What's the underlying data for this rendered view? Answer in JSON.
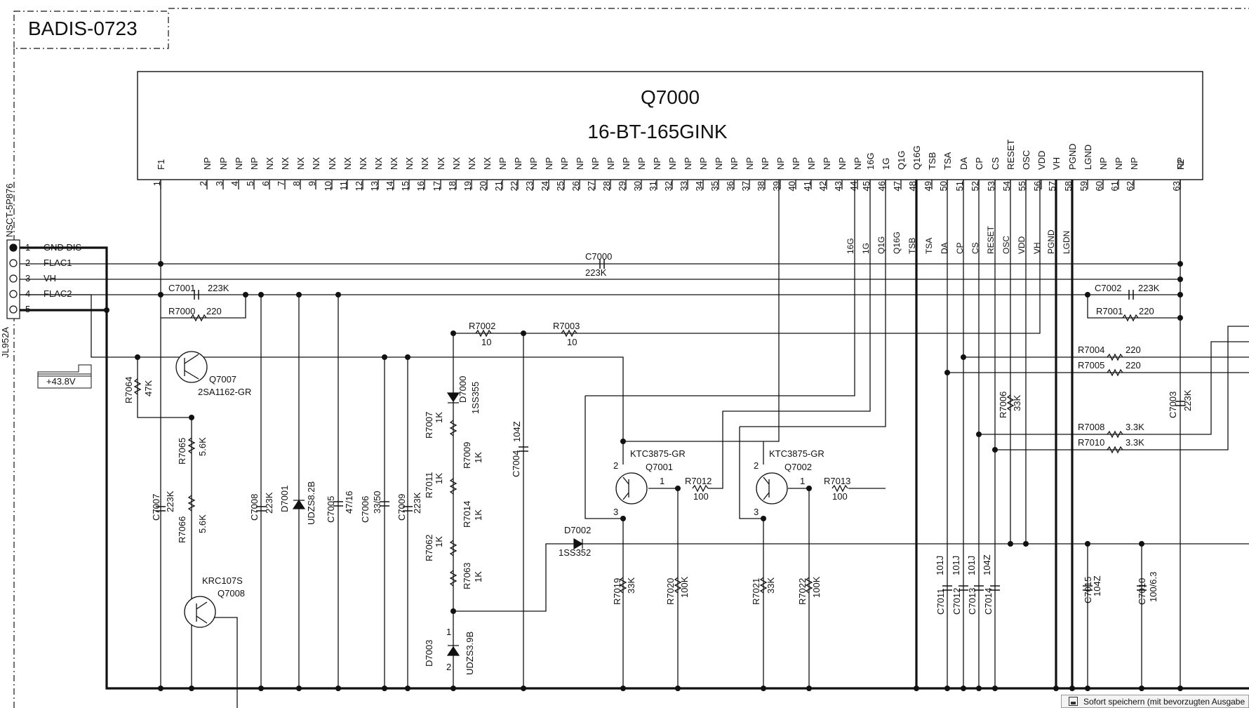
{
  "title_block": "BADIS-0723",
  "ic": {
    "ref": "Q7000",
    "part": "16-BT-165GINK"
  },
  "pins": [
    {
      "num": "1",
      "name": "F1"
    },
    {
      "num": "2",
      "name": "NP"
    },
    {
      "num": "3",
      "name": "NP"
    },
    {
      "num": "4",
      "name": "NP"
    },
    {
      "num": "5",
      "name": "NP"
    },
    {
      "num": "6",
      "name": "NX"
    },
    {
      "num": "7",
      "name": "NX"
    },
    {
      "num": "8",
      "name": "NX"
    },
    {
      "num": "9",
      "name": "NX"
    },
    {
      "num": "10",
      "name": "NX"
    },
    {
      "num": "11",
      "name": "NX"
    },
    {
      "num": "12",
      "name": "NX"
    },
    {
      "num": "13",
      "name": "NX"
    },
    {
      "num": "14",
      "name": "NX"
    },
    {
      "num": "15",
      "name": "NX"
    },
    {
      "num": "16",
      "name": "NX"
    },
    {
      "num": "17",
      "name": "NX"
    },
    {
      "num": "18",
      "name": "NX"
    },
    {
      "num": "19",
      "name": "NX"
    },
    {
      "num": "20",
      "name": "NX"
    },
    {
      "num": "21",
      "name": "NP"
    },
    {
      "num": "22",
      "name": "NP"
    },
    {
      "num": "23",
      "name": "NP"
    },
    {
      "num": "24",
      "name": "NP"
    },
    {
      "num": "25",
      "name": "NP"
    },
    {
      "num": "26",
      "name": "NP"
    },
    {
      "num": "27",
      "name": "NP"
    },
    {
      "num": "28",
      "name": "NP"
    },
    {
      "num": "29",
      "name": "NP"
    },
    {
      "num": "30",
      "name": "NP"
    },
    {
      "num": "31",
      "name": "NP"
    },
    {
      "num": "32",
      "name": "NP"
    },
    {
      "num": "33",
      "name": "NP"
    },
    {
      "num": "34",
      "name": "NP"
    },
    {
      "num": "35",
      "name": "NP"
    },
    {
      "num": "36",
      "name": "NP"
    },
    {
      "num": "37",
      "name": "NP"
    },
    {
      "num": "38",
      "name": "NP"
    },
    {
      "num": "39",
      "name": "NP"
    },
    {
      "num": "40",
      "name": "NP"
    },
    {
      "num": "41",
      "name": "NP"
    },
    {
      "num": "42",
      "name": "NP"
    },
    {
      "num": "43",
      "name": "NP"
    },
    {
      "num": "44",
      "name": "NP"
    },
    {
      "num": "45",
      "name": "16G"
    },
    {
      "num": "46",
      "name": "1G"
    },
    {
      "num": "47",
      "name": "Q1G"
    },
    {
      "num": "48",
      "name": "Q16G"
    },
    {
      "num": "49",
      "name": "TSB"
    },
    {
      "num": "50",
      "name": "TSA"
    },
    {
      "num": "51",
      "name": "DA"
    },
    {
      "num": "52",
      "name": "CP"
    },
    {
      "num": "53",
      "name": "CS"
    },
    {
      "num": "54",
      "name": "RESET"
    },
    {
      "num": "55",
      "name": "OSC"
    },
    {
      "num": "56",
      "name": "VDD"
    },
    {
      "num": "57",
      "name": "VH"
    },
    {
      "num": "58",
      "name": "PGND"
    },
    {
      "num": "59",
      "name": "LGND"
    },
    {
      "num": "60",
      "name": "NP"
    },
    {
      "num": "61",
      "name": "NP"
    },
    {
      "num": "62",
      "name": "NP"
    },
    {
      "num": "63",
      "name": "NP"
    },
    {
      "num": "",
      "name": "F2"
    }
  ],
  "bus_labels": [
    "16G",
    "1G",
    "Q1G",
    "Q16G",
    "TSB",
    "TSA",
    "DA",
    "CP",
    "CS",
    "RESET",
    "OSC",
    "VDD",
    "VH",
    "PGND",
    "LGDN"
  ],
  "connector": {
    "part": "NSCT-5P876",
    "ref": "JL952A",
    "pins": [
      {
        "num": "1",
        "name": "GND DIS"
      },
      {
        "num": "2",
        "name": "FLAC1"
      },
      {
        "num": "3",
        "name": "VH"
      },
      {
        "num": "4",
        "name": "FLAC2"
      },
      {
        "num": "5",
        "name": ""
      }
    ]
  },
  "voltage_flag": "+43.8V",
  "components": {
    "C7000": {
      "ref": "C7000",
      "val": "223K"
    },
    "C7001": {
      "ref": "C7001",
      "val": "223K"
    },
    "C7002": {
      "ref": "C7002",
      "val": "223K"
    },
    "R7000": {
      "ref": "R7000",
      "val": "220"
    },
    "R7001": {
      "ref": "R7001",
      "val": "220"
    },
    "R7002": {
      "ref": "R7002",
      "val": "10"
    },
    "R7003": {
      "ref": "R7003",
      "val": "10"
    },
    "R7004": {
      "ref": "R7004",
      "val": "220"
    },
    "R7005": {
      "ref": "R7005",
      "val": "220"
    },
    "R7006": {
      "ref": "R7006",
      "val": "33K"
    },
    "R7008": {
      "ref": "R7008",
      "val": "3.3K"
    },
    "R7010": {
      "ref": "R7010",
      "val": "3.3K"
    },
    "C7003": {
      "ref": "C7003",
      "val": "223K"
    },
    "R7064": {
      "ref": "R7064",
      "val": "47K"
    },
    "Q7007": {
      "ref": "Q7007",
      "val": "2SA1162-GR"
    },
    "R7065": {
      "ref": "R7065",
      "val": "5.6K"
    },
    "R7066": {
      "ref": "R7066",
      "val": "5.6K"
    },
    "C7007": {
      "ref": "C7007",
      "val": "223K"
    },
    "C7008": {
      "ref": "C7008",
      "val": "223K"
    },
    "D7001": {
      "ref": "D7001",
      "val": "UDZS8.2B"
    },
    "C7005": {
      "ref": "C7005",
      "val": "47/16"
    },
    "C7006": {
      "ref": "C7006",
      "val": "33/50"
    },
    "C7009": {
      "ref": "C7009",
      "val": "223K"
    },
    "Q7008": {
      "ref": "Q7008",
      "val": "KRC107S"
    },
    "D7000": {
      "ref": "D7000",
      "val": "1SS355"
    },
    "R7007": {
      "ref": "R7007",
      "val": "1K"
    },
    "R7009": {
      "ref": "R7009",
      "val": "1K"
    },
    "R7011": {
      "ref": "R7011",
      "val": "1K"
    },
    "R7014": {
      "ref": "R7014",
      "val": "1K"
    },
    "R7062": {
      "ref": "R7062",
      "val": "1K"
    },
    "R7063": {
      "ref": "R7063",
      "val": "1K"
    },
    "D7003": {
      "ref": "D7003",
      "val": "UDZS3.9B"
    },
    "C7004": {
      "ref": "C7004",
      "val": "104Z"
    },
    "D7002": {
      "ref": "D7002",
      "val": "1SS352"
    },
    "Q7001": {
      "ref": "Q7001",
      "val": "KTC3875-GR"
    },
    "Q7002": {
      "ref": "Q7002",
      "val": "KTC3875-GR"
    },
    "R7012": {
      "ref": "R7012",
      "val": "100"
    },
    "R7013": {
      "ref": "R7013",
      "val": "100"
    },
    "R7019": {
      "ref": "R7019",
      "val": "33K"
    },
    "R7020": {
      "ref": "R7020",
      "val": "100K"
    },
    "R7021": {
      "ref": "R7021",
      "val": "33K"
    },
    "R7022": {
      "ref": "R7022",
      "val": "100K"
    },
    "C7011": {
      "ref": "C7011",
      "val": "101J"
    },
    "C7012": {
      "ref": "C7012",
      "val": "101J"
    },
    "C7013": {
      "ref": "C7013",
      "val": "101J"
    },
    "C7014": {
      "ref": "C7014",
      "val": "104Z"
    },
    "C7015": {
      "ref": "C7015",
      "val": "104Z"
    },
    "C7010": {
      "ref": "C7010",
      "val": "100/6.3"
    }
  },
  "pin_marks": {
    "d7003_top": "1",
    "d7003_bottom": "2",
    "q7001_c": "2",
    "q7001_b": "1",
    "q7001_e": "3",
    "q7002_c": "2",
    "q7002_b": "1",
    "q7002_e": "3"
  },
  "toast": "Sofort speichern (mit bevorzugten Ausgabe"
}
